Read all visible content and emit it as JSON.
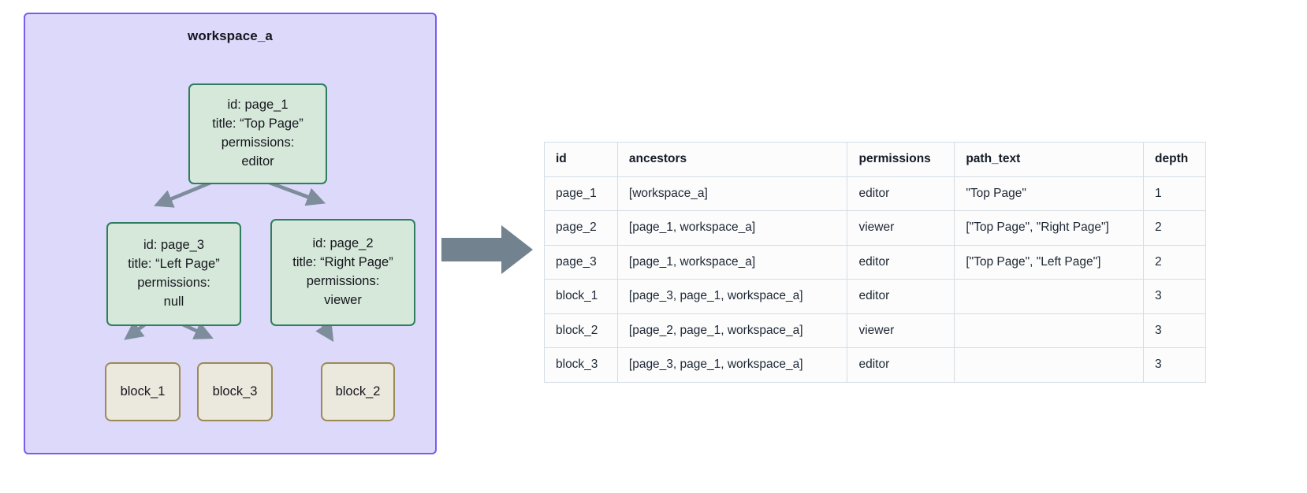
{
  "workspace": {
    "title": "workspace_a",
    "border_color": "#7c5ce8",
    "fill_color": "#ddd9fb",
    "nodes": [
      {
        "key": "page_1",
        "kind": "page",
        "lines": [
          "id: page_1",
          "title: “Top Page”",
          "permissions:",
          "editor"
        ]
      },
      {
        "key": "page_3",
        "kind": "page",
        "lines": [
          "id: page_3",
          "title: “Left Page”",
          "permissions:",
          "null"
        ]
      },
      {
        "key": "page_2",
        "kind": "page",
        "lines": [
          "id: page_2",
          "title: “Right Page”",
          "permissions:",
          "viewer"
        ]
      },
      {
        "key": "block_1",
        "kind": "block",
        "lines": [
          "block_1"
        ]
      },
      {
        "key": "block_3",
        "kind": "block",
        "lines": [
          "block_3"
        ]
      },
      {
        "key": "block_2",
        "kind": "block",
        "lines": [
          "block_2"
        ]
      }
    ],
    "edges": [
      {
        "from": "page_1",
        "to": "page_3"
      },
      {
        "from": "page_1",
        "to": "page_2"
      },
      {
        "from": "page_3",
        "to": "block_1"
      },
      {
        "from": "page_3",
        "to": "block_3"
      },
      {
        "from": "page_2",
        "to": "block_2"
      }
    ],
    "edge_color": "#7d8d9b",
    "page_fill": "#d5e8d9",
    "page_border": "#2e7d5f",
    "block_fill": "#ebe8dd",
    "block_border": "#9c8a54"
  },
  "transition_arrow": {
    "name": "right-arrow",
    "color": "#72838f"
  },
  "table": {
    "columns": [
      "id",
      "ancestors",
      "permissions",
      "path_text",
      "depth"
    ],
    "rows": [
      {
        "id": "page_1",
        "ancestors": "[workspace_a]",
        "permissions": "editor",
        "path_text": "\"Top Page\"",
        "depth": "1"
      },
      {
        "id": "page_2",
        "ancestors": "[page_1, workspace_a]",
        "permissions": "viewer",
        "path_text": "[\"Top Page\", \"Right Page\"]",
        "depth": "2"
      },
      {
        "id": "page_3",
        "ancestors": "[page_1, workspace_a]",
        "permissions": "editor",
        "path_text": "[\"Top Page\", \"Left Page\"]",
        "depth": "2"
      },
      {
        "id": "block_1",
        "ancestors": "[page_3, page_1, workspace_a]",
        "permissions": "editor",
        "path_text": "",
        "depth": "3"
      },
      {
        "id": "block_2",
        "ancestors": "[page_2, page_1, workspace_a]",
        "permissions": "viewer",
        "path_text": "",
        "depth": "3"
      },
      {
        "id": "block_3",
        "ancestors": "[page_3, page_1, workspace_a]",
        "permissions": "editor",
        "path_text": "",
        "depth": "3"
      }
    ],
    "border_color": "#d5dde4"
  }
}
